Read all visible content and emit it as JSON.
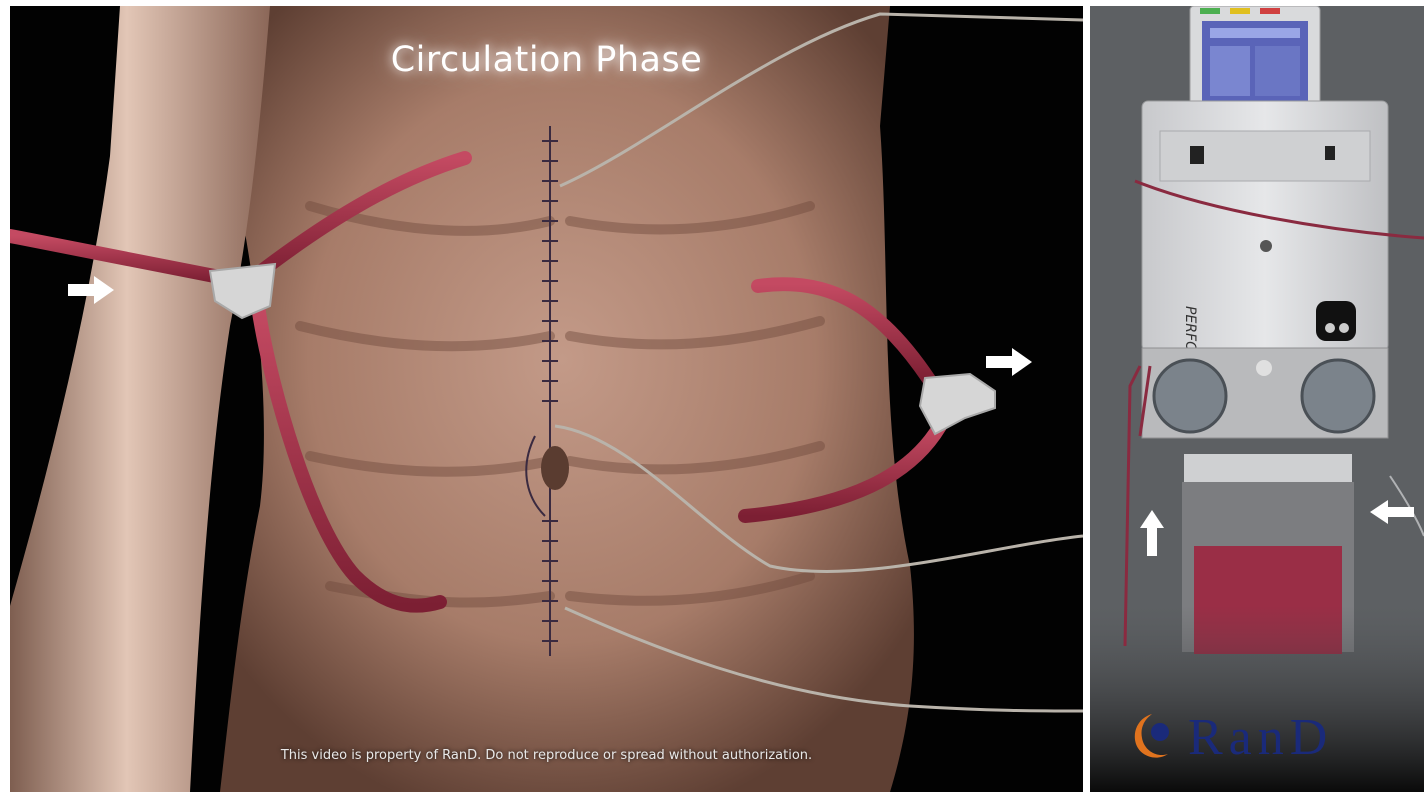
{
  "scene": {
    "title": "Circulation Phase",
    "disclaimer": "This video is property of RanD. Do not reproduce or spread without authorization."
  },
  "machine": {
    "brand_label": "PERFORMER",
    "logo_text": "RanD"
  },
  "colors": {
    "tubing": "#9c2d44",
    "skin": "#b58a78",
    "machine_body": "#d7d8da",
    "background_dark": "#020202",
    "brand_blue": "#1a2a7a",
    "logo_orange": "#e0731e"
  }
}
